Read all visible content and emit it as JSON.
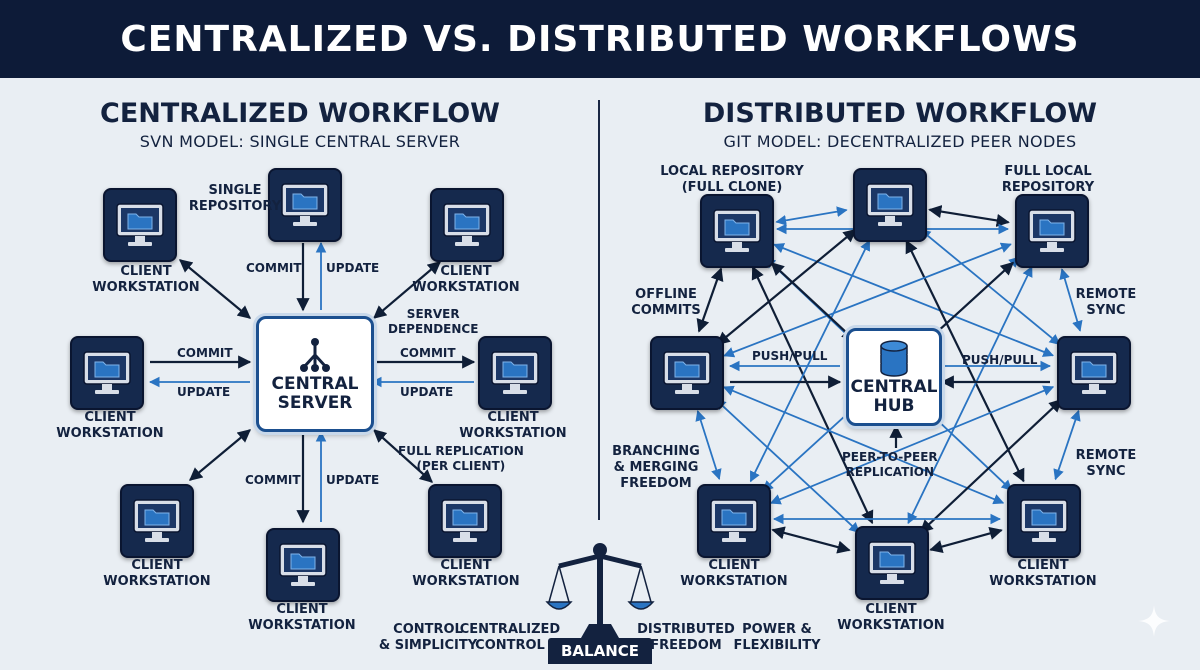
{
  "title": "CENTRALIZED VS. DISTRIBUTED WORKFLOWS",
  "left": {
    "title": "CENTRALIZED WORKFLOW",
    "subtitle": "SVN MODEL: SINGLE CENTRAL SERVER",
    "server_label": "CENTRAL\nSERVER",
    "client_label": "CLIENT\nWORKSTATION",
    "repo_label": "SINGLE\nREPOSITORY",
    "commit": "COMMIT",
    "update": "UPDATE",
    "server_dependence": "SERVER\nDEPENDENCE",
    "full_replication": "FULL REPLICATION\n(PER CLIENT)"
  },
  "right": {
    "title": "DISTRIBUTED WORKFLOW",
    "subtitle": "GIT MODEL: DECENTRALIZED PEER NODES",
    "hub_label": "CENTRAL\nHUB",
    "local_repo_full_clone": "LOCAL REPOSITORY\n(FULL CLONE)",
    "full_local_repo": "FULL LOCAL\nREPOSITORY",
    "offline_commits": "OFFLINE\nCOMMITS",
    "remote_sync": "REMOTE\nSYNC",
    "branching": "BRANCHING\n& MERGING\nFREEDOM",
    "push_pull": "PUSH/PULL",
    "peer_replication": "PEER-TO-PEER\nREPLICATION",
    "client_label": "CLIENT\nWORKSTATION"
  },
  "bottom": {
    "control_simplicity": "CONTROL\n& SIMPLICITY",
    "centralized_control": "CENTRALIZED\nCONTROL",
    "distributed_freedom": "DISTRIBUTED\nFREEDOM",
    "power_flexibility": "POWER &\nFLEXIBILITY",
    "balance": "BALANCE"
  },
  "colors": {
    "navy": "#0d1b38",
    "accent_blue": "#2a74c2",
    "dark_arrow": "#0f1e36",
    "background": "#e9eef3"
  },
  "icons": {
    "client": "monitor-folder-icon",
    "server": "network-tree-icon",
    "hub": "database-icon",
    "balance": "scales-icon"
  }
}
